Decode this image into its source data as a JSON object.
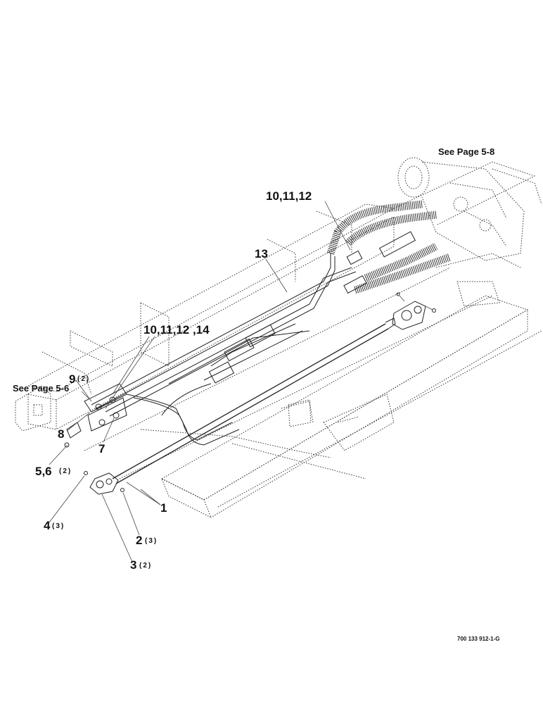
{
  "labels": {
    "see_page_58": "See Page 5-8",
    "see_page_56": "See Page 5-6",
    "callout_10_11_12": "10,11,12",
    "callout_13": "13",
    "callout_10_11_12_14": "10,11,12 ,14",
    "callout_9": "9",
    "callout_9_qty": "(2)",
    "callout_8": "8",
    "callout_7": "7",
    "callout_5_6": "5,6",
    "callout_5_6_qty": "(2)",
    "callout_4": "4",
    "callout_4_qty": "(3)",
    "callout_1": "1",
    "callout_2": "2",
    "callout_2_qty": "(3)",
    "callout_3": "3",
    "callout_3_qty": "(2)",
    "figure_number": "700 133 912-1-G"
  }
}
